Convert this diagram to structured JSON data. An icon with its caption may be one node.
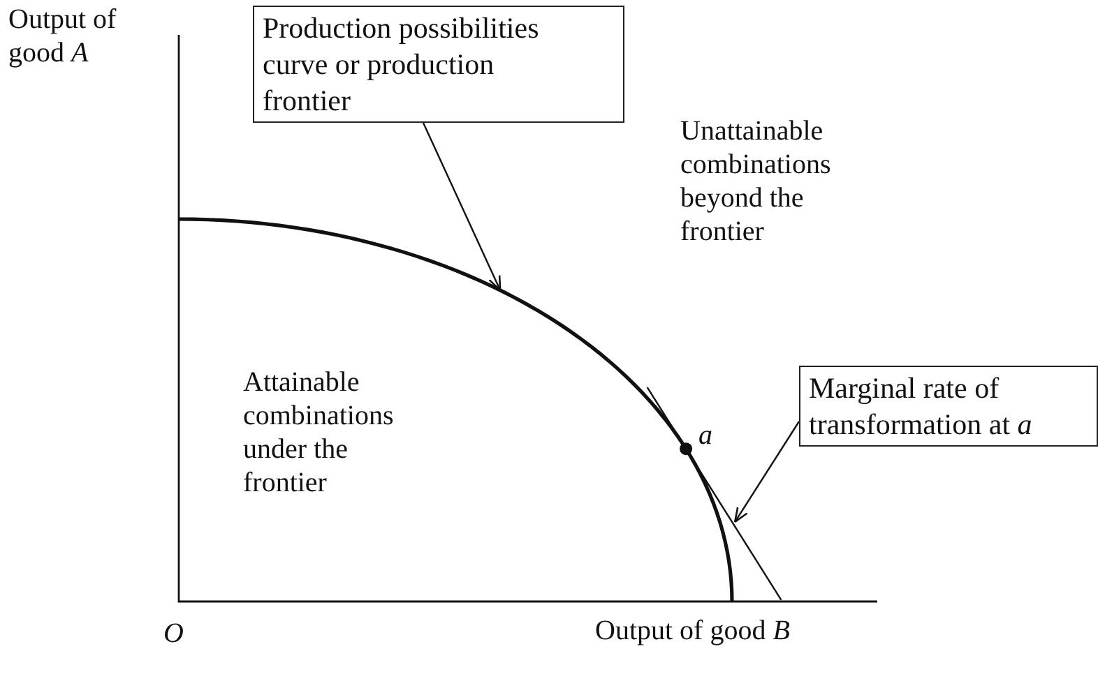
{
  "diagram": {
    "nodes": [
      {
        "text": [
          "Production possibilities curve or production frontier"
        ]
      },
      {
        "text": [],
        "shape": "curve"
      },
      {
        "text": [
          "Marginal rate of transformation at *a*"
        ]
      },
      {
        "text": [],
        "shape": "line"
      }
    ],
    "edges": [
      {
        "from": 0,
        "to": 1,
        "arrow": "to"
      },
      {
        "from": 2,
        "to": 3,
        "arrow": "to"
      }
    ],
    "labels": [
      "Output of good *A*",
      "Unattainable combinations beyond the frontier",
      "Attainable combinations under the frontier",
      "a",
      "O",
      "Output of good *B*"
    ]
  }
}
